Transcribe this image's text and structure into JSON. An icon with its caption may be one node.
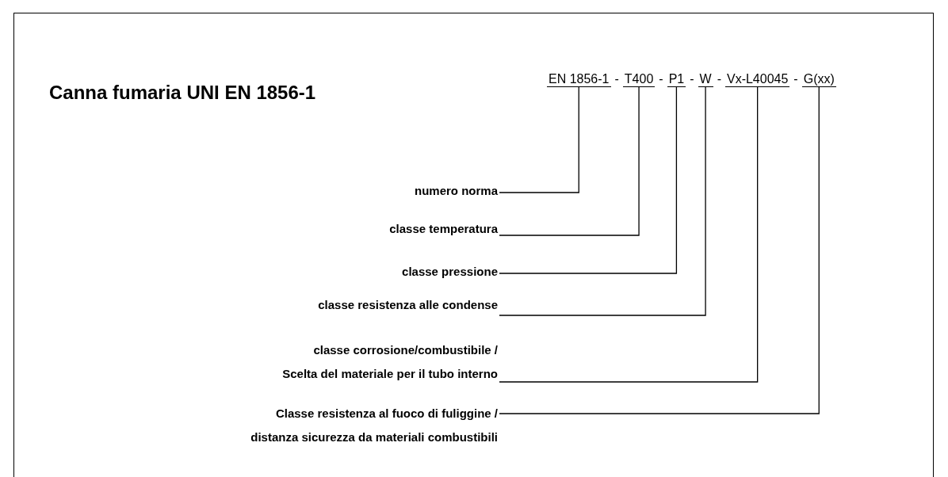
{
  "diagram": {
    "title": "Canna fumaria UNI EN 1856-1",
    "nodes": [
      {
        "text": [
          "EN 1856-1"
        ]
      },
      {
        "text": [
          "T400"
        ]
      },
      {
        "text": [
          "P1"
        ]
      },
      {
        "text": [
          "W"
        ]
      },
      {
        "text": [
          "Vx-L40045"
        ]
      },
      {
        "text": [
          "G(xx)"
        ]
      },
      {
        "text": [
          "numero norma"
        ]
      },
      {
        "text": [
          "classe temperatura"
        ]
      },
      {
        "text": [
          "classe pressione"
        ]
      },
      {
        "text": [
          "classe resistenza alle condense"
        ]
      },
      {
        "text": [
          "classe corrosione/combustibile / Scelta del materiale per il tubo interno"
        ]
      },
      {
        "text": [
          "Classe resistenza al fuoco di fuliggine / distanza sicurezza da materiali combustibili"
        ]
      }
    ],
    "edges": [
      {
        "from": 6,
        "to": 0,
        "arrow": "none"
      },
      {
        "from": 7,
        "to": 1,
        "arrow": "none"
      },
      {
        "from": 8,
        "to": 2,
        "arrow": "none"
      },
      {
        "from": 9,
        "to": 3,
        "arrow": "none"
      },
      {
        "from": 10,
        "to": 4,
        "arrow": "none"
      },
      {
        "from": 11,
        "to": 5,
        "arrow": "none"
      }
    ],
    "labels": [
      "-",
      "-",
      "-",
      "-",
      "-"
    ]
  }
}
